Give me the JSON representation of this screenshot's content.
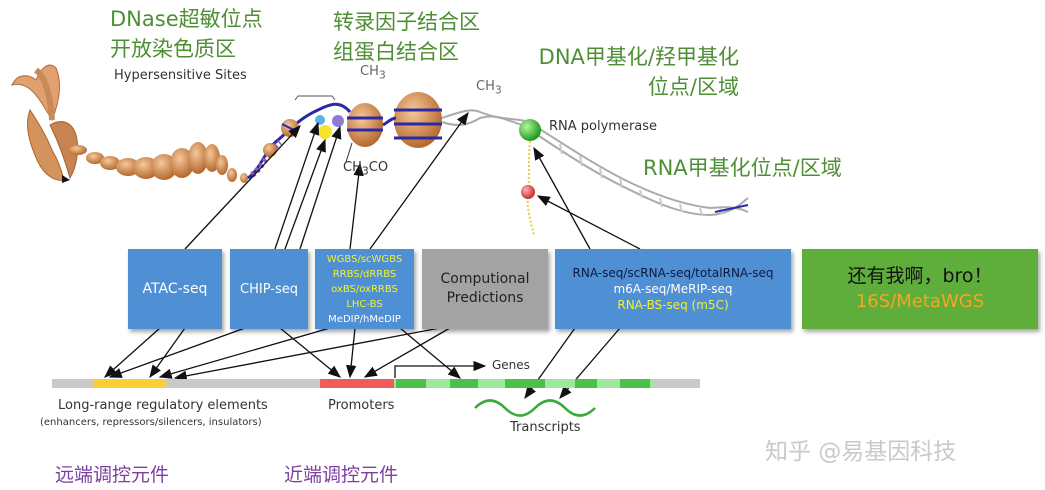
{
  "annotations": {
    "dnase_line1": "DNase超敏位点",
    "dnase_line2": "开放染色质区",
    "tf_line1": "转录因子结合区",
    "tf_line2": "组蛋白结合区",
    "dna_methyl_line1": "DNA甲基化/羟甲基化",
    "dna_methyl_line2": "位点/区域",
    "rna_methyl": "RNA甲基化位点/区域",
    "hypersensitive": "Hypersensitive Sites",
    "ch3_a": "CH",
    "ch3_b": "CH",
    "sub3": "3",
    "ch3co_pre": "CH",
    "ch3co_post": "CO",
    "rna_pol": "RNA polymerase"
  },
  "boxes": {
    "atac": "ATAC-seq",
    "chip": "CHIP-seq",
    "bisulfite": [
      "WGBS/scWGBS",
      "RRBS/dRRBS",
      "oxBS/oxRRBS",
      "LHC-BS",
      "MeDIP/hMeDIP"
    ],
    "comp_line1": "Computional",
    "comp_line2": "Predictions",
    "rna_line1": "RNA-seq/scRNA-seq/totalRNA-seq",
    "rna_line2": "m6A-seq/MeRIP-seq",
    "rna_line3": "RNA-BS-seq (m5C)",
    "extra_line1": "还有我啊，bro！",
    "extra_line2": "16S/MetaWGS"
  },
  "genome": {
    "long_range_title": "Long-range regulatory elements",
    "long_range_sub": "(enhancers, repressors/silencers, insulators)",
    "promoters": "Promoters",
    "genes": "Genes",
    "transcripts": "Transcripts"
  },
  "bottom": {
    "distal": "远端调控元件",
    "proximal": "近端调控元件"
  },
  "watermark": "知乎 @易基因科技",
  "colors": {
    "green_text": "#4e8f35",
    "purple_text": "#7b3fa0",
    "blue_box": "#4f8fd4",
    "gray_box": "#a3a3a3",
    "green_box": "#5fae3b",
    "yellow": "#f2f230",
    "orange": "#f5a623",
    "promoter_red": "#f05a5a",
    "enhancer_yellow": "#f7d038",
    "gene_green": "#6ccf6c"
  }
}
